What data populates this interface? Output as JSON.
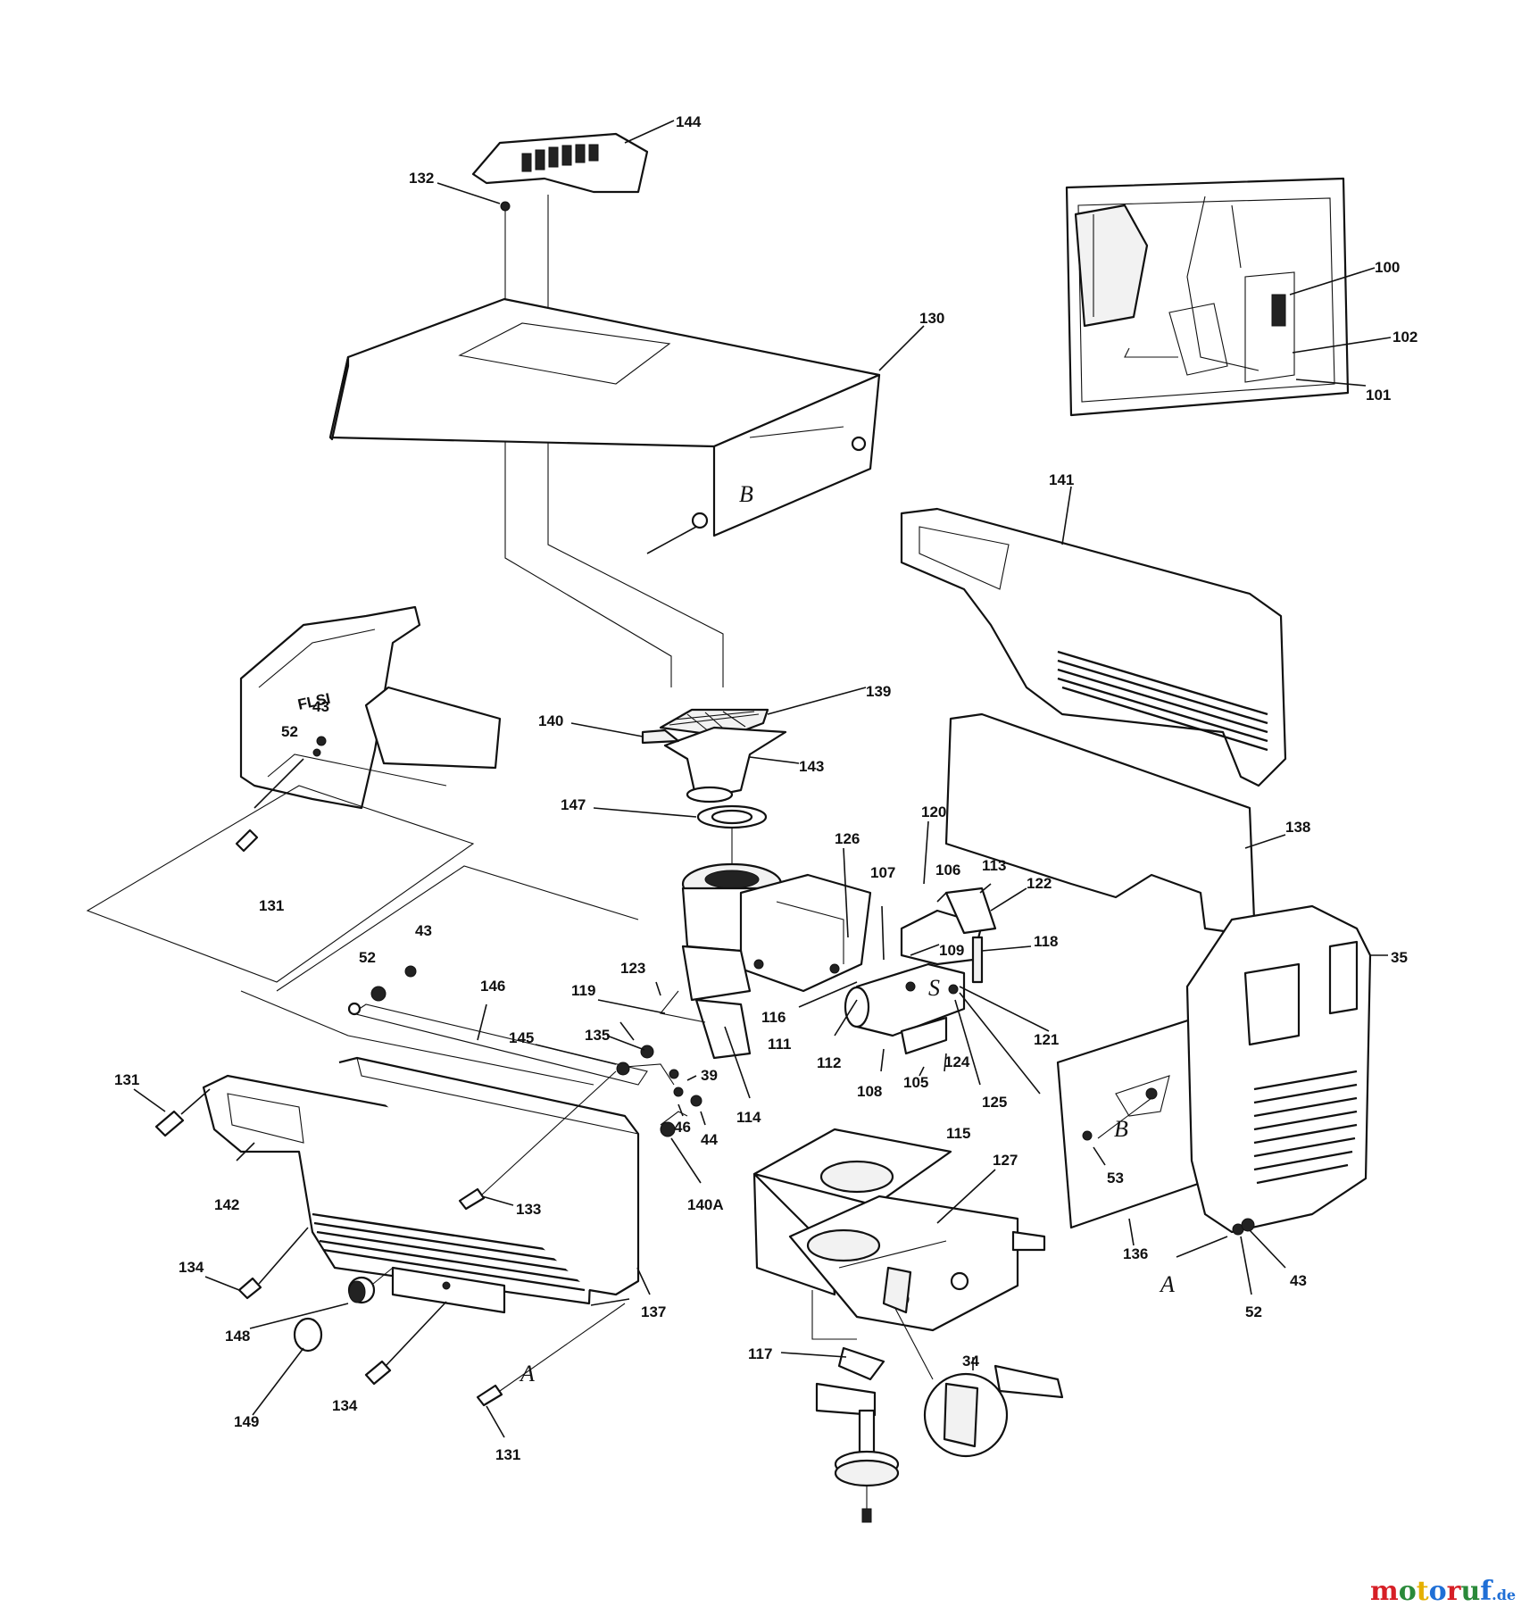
{
  "diagram": {
    "labels": [
      {
        "id": "144",
        "text": "144"
      },
      {
        "id": "132",
        "text": "132"
      },
      {
        "id": "130",
        "text": "130"
      },
      {
        "id": "100",
        "text": "100"
      },
      {
        "id": "102",
        "text": "102"
      },
      {
        "id": "101",
        "text": "101"
      },
      {
        "id": "141",
        "text": "141"
      },
      {
        "id": "139",
        "text": "139"
      },
      {
        "id": "140",
        "text": "140"
      },
      {
        "id": "143",
        "text": "143"
      },
      {
        "id": "147",
        "text": "147"
      },
      {
        "id": "138",
        "text": "138"
      },
      {
        "id": "126",
        "text": "126"
      },
      {
        "id": "120",
        "text": "120"
      },
      {
        "id": "107",
        "text": "107"
      },
      {
        "id": "106",
        "text": "106"
      },
      {
        "id": "113",
        "text": "113"
      },
      {
        "id": "122",
        "text": "122"
      },
      {
        "id": "109",
        "text": "109"
      },
      {
        "id": "118",
        "text": "118"
      },
      {
        "id": "35",
        "text": "35"
      },
      {
        "id": "43a",
        "text": "43"
      },
      {
        "id": "52a",
        "text": "52"
      },
      {
        "id": "131a",
        "text": "131"
      },
      {
        "id": "43b",
        "text": "43"
      },
      {
        "id": "52b",
        "text": "52"
      },
      {
        "id": "146",
        "text": "146"
      },
      {
        "id": "119",
        "text": "119"
      },
      {
        "id": "123",
        "text": "123"
      },
      {
        "id": "116",
        "text": "116"
      },
      {
        "id": "111",
        "text": "111"
      },
      {
        "id": "112",
        "text": "112"
      },
      {
        "id": "108",
        "text": "108"
      },
      {
        "id": "105",
        "text": "105"
      },
      {
        "id": "124",
        "text": "124"
      },
      {
        "id": "125",
        "text": "125"
      },
      {
        "id": "121",
        "text": "121"
      },
      {
        "id": "115",
        "text": "115"
      },
      {
        "id": "145",
        "text": "145"
      },
      {
        "id": "135",
        "text": "135"
      },
      {
        "id": "131b",
        "text": "131"
      },
      {
        "id": "39",
        "text": "39"
      },
      {
        "id": "46",
        "text": "46"
      },
      {
        "id": "44",
        "text": "44"
      },
      {
        "id": "114",
        "text": "114"
      },
      {
        "id": "140A",
        "text": "140A"
      },
      {
        "id": "142",
        "text": "142"
      },
      {
        "id": "133",
        "text": "133"
      },
      {
        "id": "127",
        "text": "127"
      },
      {
        "id": "53",
        "text": "53"
      },
      {
        "id": "136",
        "text": "136"
      },
      {
        "id": "43c",
        "text": "43"
      },
      {
        "id": "52c",
        "text": "52"
      },
      {
        "id": "134a",
        "text": "134"
      },
      {
        "id": "148",
        "text": "148"
      },
      {
        "id": "137",
        "text": "137"
      },
      {
        "id": "149",
        "text": "149"
      },
      {
        "id": "134b",
        "text": "134"
      },
      {
        "id": "131c",
        "text": "131"
      },
      {
        "id": "117",
        "text": "117"
      },
      {
        "id": "34",
        "text": "34"
      }
    ],
    "letters": {
      "B_top": "B",
      "B_right": "B",
      "A_right": "A",
      "A_bottom": "A"
    }
  },
  "watermark": {
    "brand_main": "motoruf",
    "brand_suffix": ".de",
    "colors": {
      "m": "#d61f26",
      "o1": "#2a8a3a",
      "t": "#e5b000",
      "o2": "#1f6fd6",
      "r": "#d61f26",
      "u": "#2a8a3a",
      "f": "#1f6fd6"
    }
  }
}
